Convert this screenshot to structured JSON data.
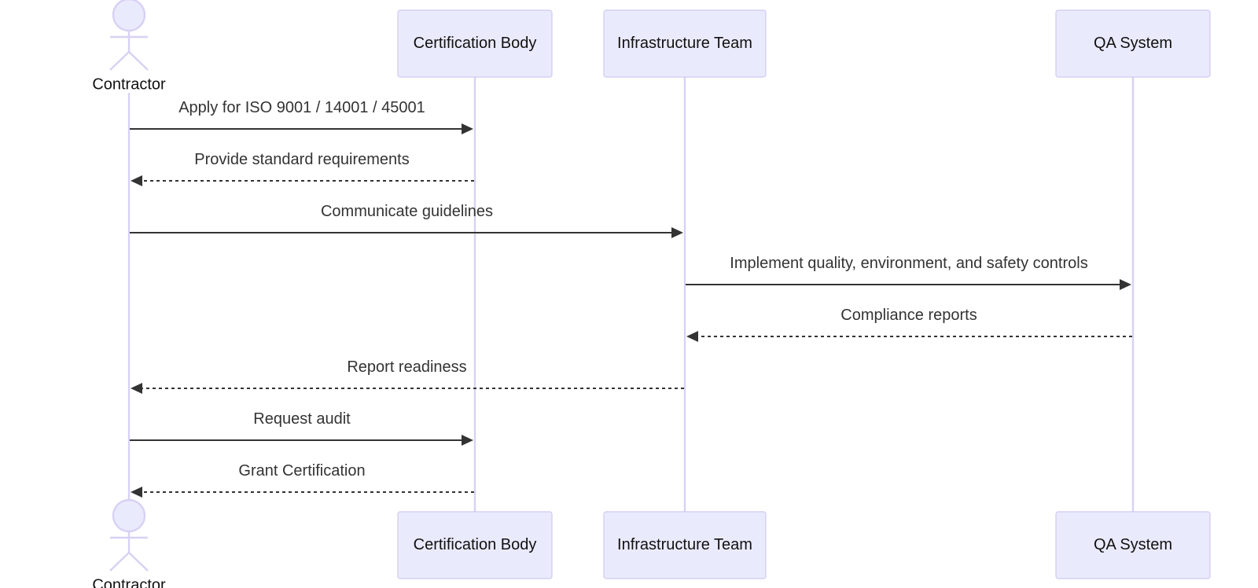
{
  "diagram": {
    "type": "sequence",
    "participants": [
      {
        "id": "contractor",
        "label": "Contractor",
        "kind": "actor"
      },
      {
        "id": "cert",
        "label": "Certification Body",
        "kind": "box"
      },
      {
        "id": "infra",
        "label": "Infrastructure Team",
        "kind": "box"
      },
      {
        "id": "qa",
        "label": "QA System",
        "kind": "box"
      }
    ],
    "messages": [
      {
        "from": "contractor",
        "to": "cert",
        "label": "Apply for ISO 9001 / 14001 / 45001",
        "style": "solid"
      },
      {
        "from": "cert",
        "to": "contractor",
        "label": "Provide standard requirements",
        "style": "dashed"
      },
      {
        "from": "contractor",
        "to": "infra",
        "label": "Communicate guidelines",
        "style": "solid"
      },
      {
        "from": "infra",
        "to": "qa",
        "label": "Implement quality, environment, and safety controls",
        "style": "solid"
      },
      {
        "from": "qa",
        "to": "infra",
        "label": "Compliance reports",
        "style": "dashed"
      },
      {
        "from": "infra",
        "to": "contractor",
        "label": "Report readiness",
        "style": "dashed"
      },
      {
        "from": "contractor",
        "to": "cert",
        "label": "Request audit",
        "style": "solid"
      },
      {
        "from": "cert",
        "to": "contractor",
        "label": "Grant Certification",
        "style": "dashed"
      }
    ]
  },
  "colors": {
    "actor_fill": "#eaeafd",
    "actor_stroke": "#cfc9f0",
    "lifeline": "#d8d1f3",
    "message": "#333333",
    "text": "#333333",
    "background": "#ffffff"
  }
}
